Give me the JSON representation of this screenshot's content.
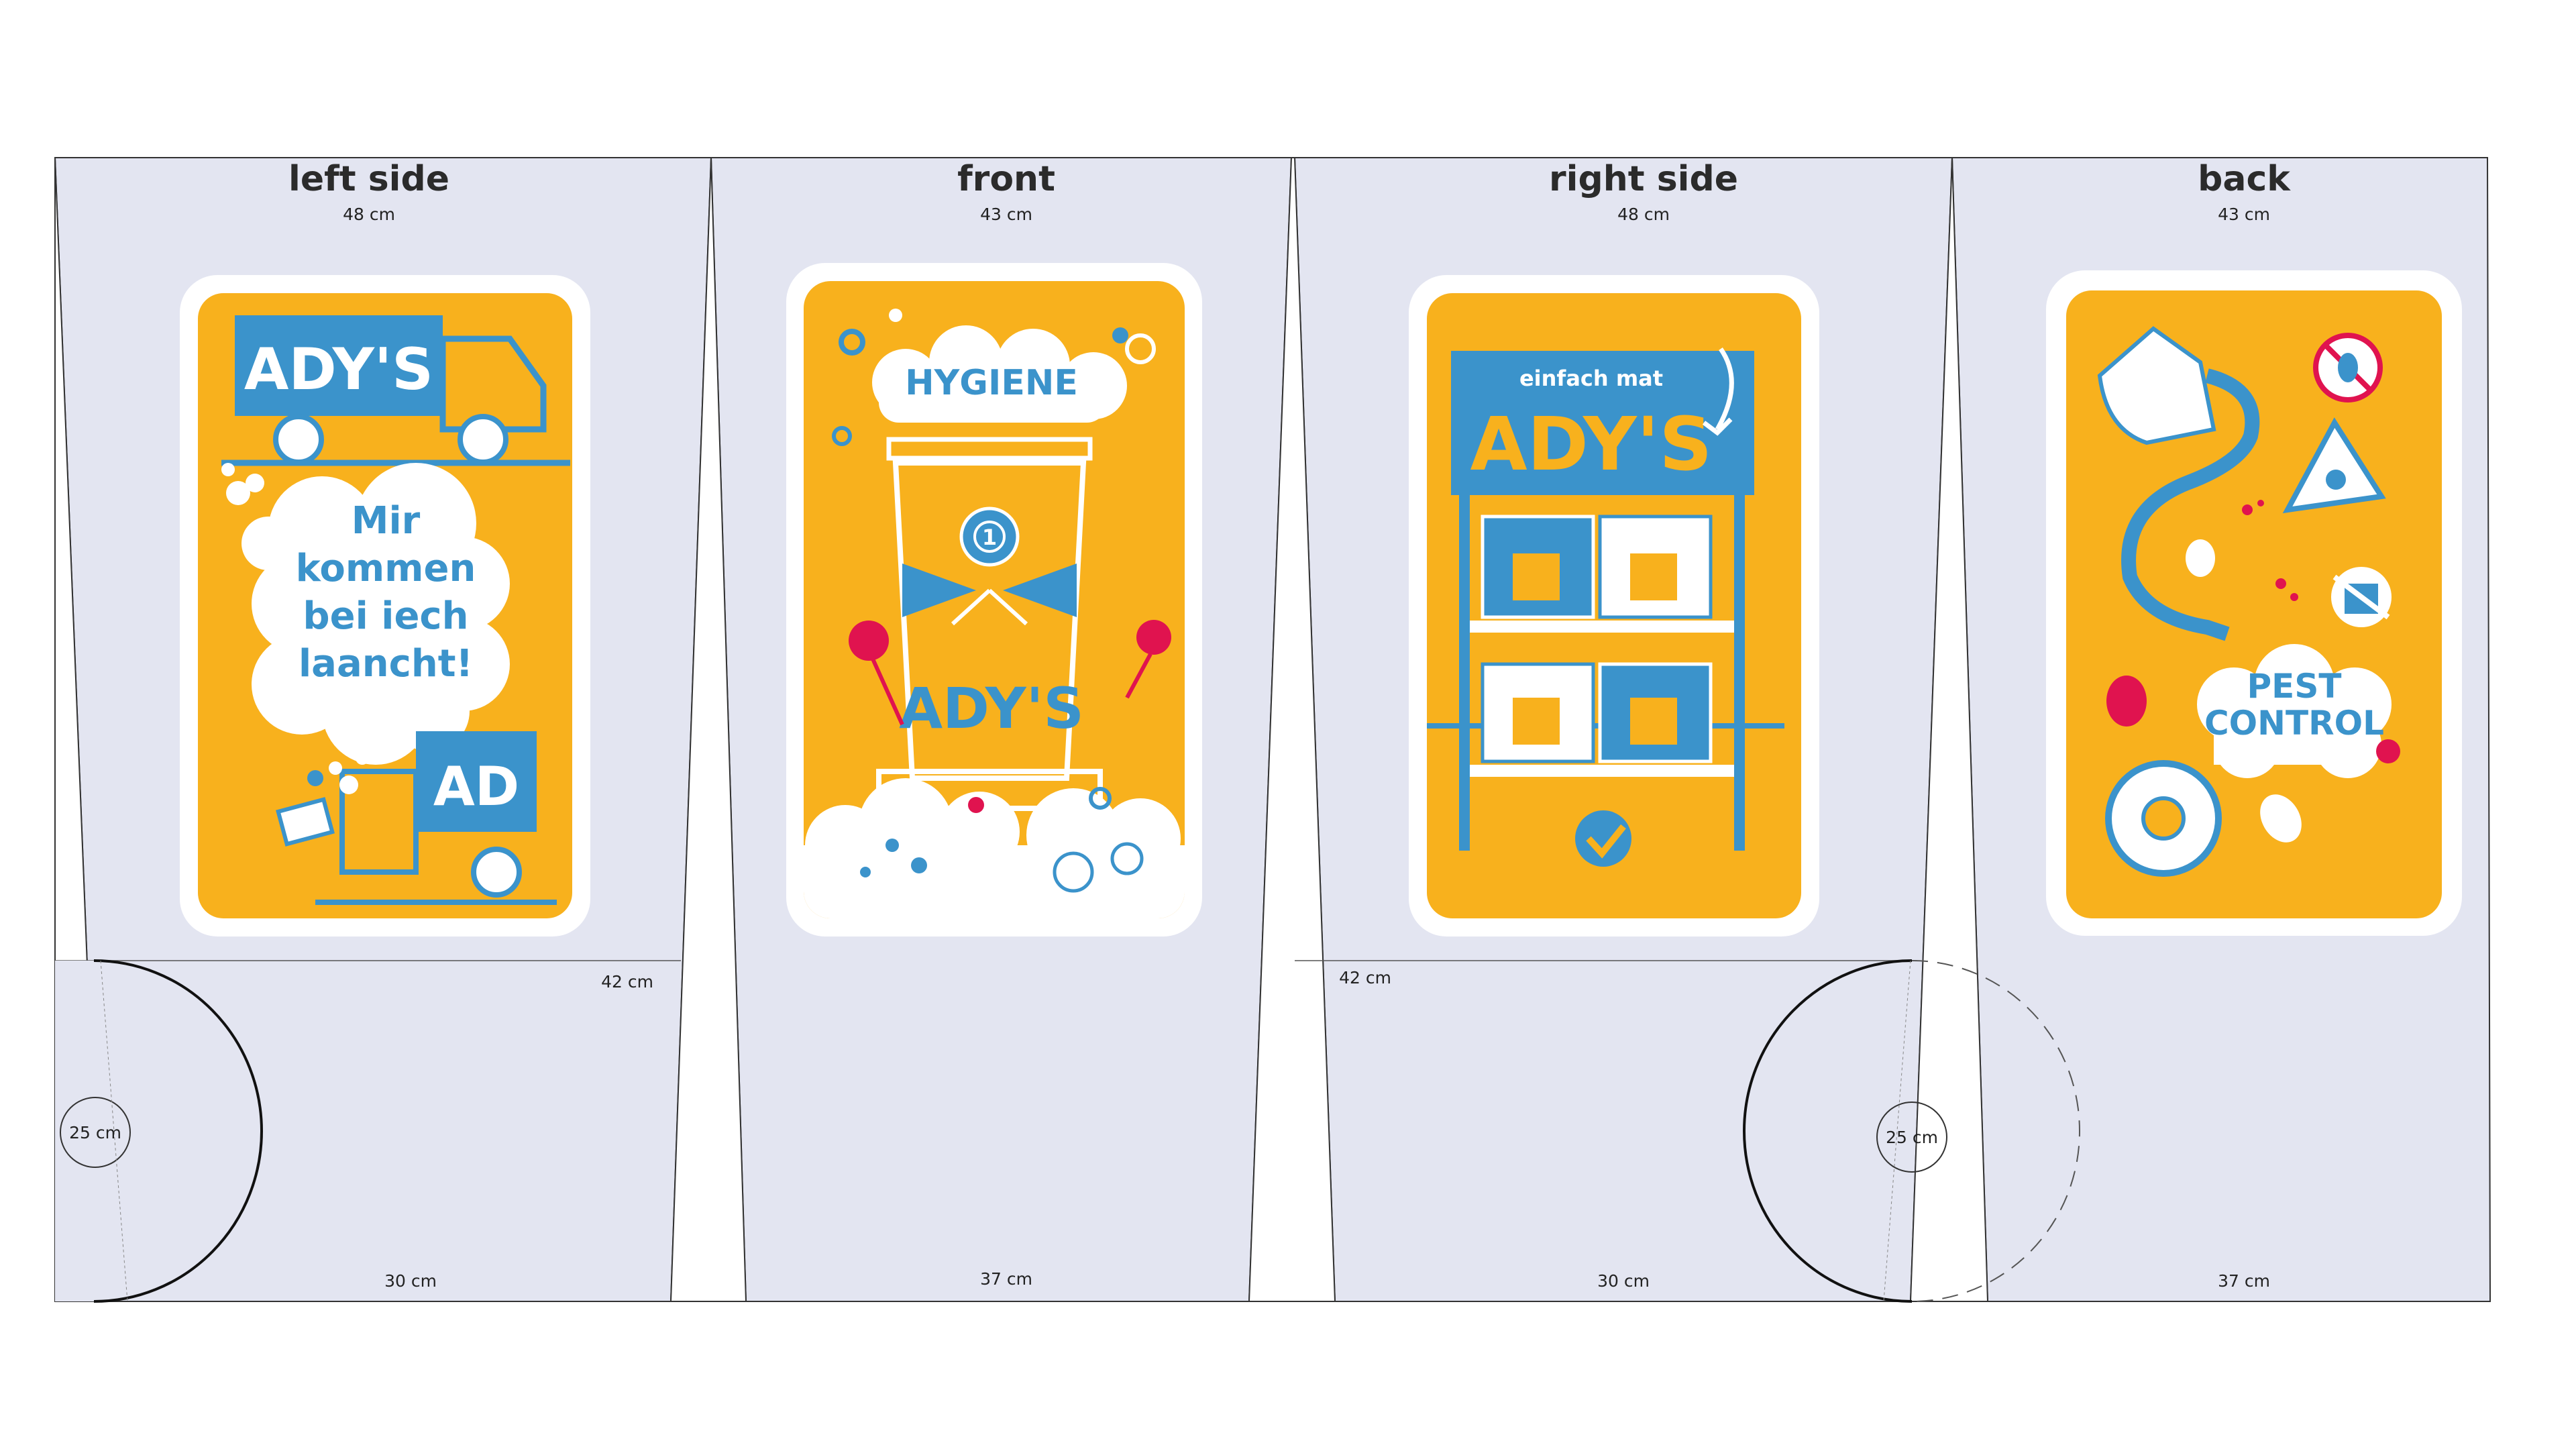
{
  "colors": {
    "panel_fill": "#e3e5f1",
    "art_orange": "#f8b11d",
    "art_blue": "#3b93cb",
    "art_red": "#e0134f",
    "frame_white": "#ffffff"
  },
  "panels": [
    {
      "id": "left-side",
      "title": "left side",
      "top_width": "48 cm",
      "height_label": "42 cm",
      "bottom_width": "30 cm",
      "circle_label": "25 cm",
      "artwork": {
        "brand": "ADY'S",
        "lines": [
          "Mir",
          "kommen",
          "bei iech",
          "laancht!"
        ],
        "truck_label": "AD"
      }
    },
    {
      "id": "front",
      "title": "front",
      "top_width": "43 cm",
      "bottom_width": "37 cm",
      "artwork": {
        "headline": "HYGIENE",
        "brand": "ADY'S",
        "badge_number": "1"
      }
    },
    {
      "id": "right-side",
      "title": "right side",
      "top_width": "48 cm",
      "height_label": "42 cm",
      "bottom_width": "30 cm",
      "circle_label": "25 cm",
      "artwork": {
        "tagline": "einfach mat",
        "brand": "ADY'S"
      }
    },
    {
      "id": "back",
      "title": "back",
      "top_width": "43 cm",
      "bottom_width": "37 cm",
      "artwork": {
        "lines": [
          "PEST",
          "CONTROL"
        ]
      }
    }
  ]
}
